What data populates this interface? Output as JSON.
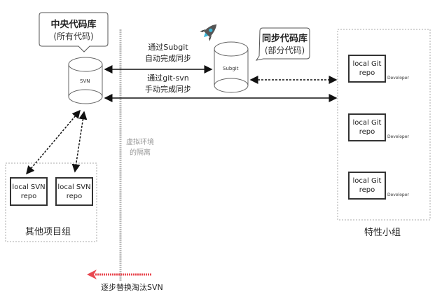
{
  "central_repo": {
    "title": "中央代码库",
    "subtitle": "(所有代码)",
    "db_label": "SVN"
  },
  "sync_repo": {
    "title": "同步代码库",
    "subtitle": "(部分代码)",
    "db_label": "Subgit",
    "icon": "rocket-icon"
  },
  "sync_methods": [
    {
      "line1": "通过Subgit",
      "line2": "自动完成同步"
    },
    {
      "line1": "通过git-svn",
      "line2": "手动完成同步"
    }
  ],
  "virtual_boundary": {
    "line1": "虚拟环境",
    "line2": "的隔离"
  },
  "other_projects": {
    "label": "其他项目组",
    "repos": [
      {
        "line1": "local SVN",
        "line2": "repo"
      },
      {
        "line1": "local SVN",
        "line2": "repo"
      }
    ]
  },
  "feature_team": {
    "label": "特性小组",
    "repos": [
      {
        "line1": "local Git",
        "line2": "repo",
        "role": "Developer"
      },
      {
        "line1": "local Git",
        "line2": "repo",
        "role": "Developer"
      },
      {
        "line1": "local Git",
        "line2": "repo",
        "role": "Developer"
      }
    ]
  },
  "migration": {
    "label": "逐步替换淘汰SVN",
    "color": "#e8474f"
  }
}
